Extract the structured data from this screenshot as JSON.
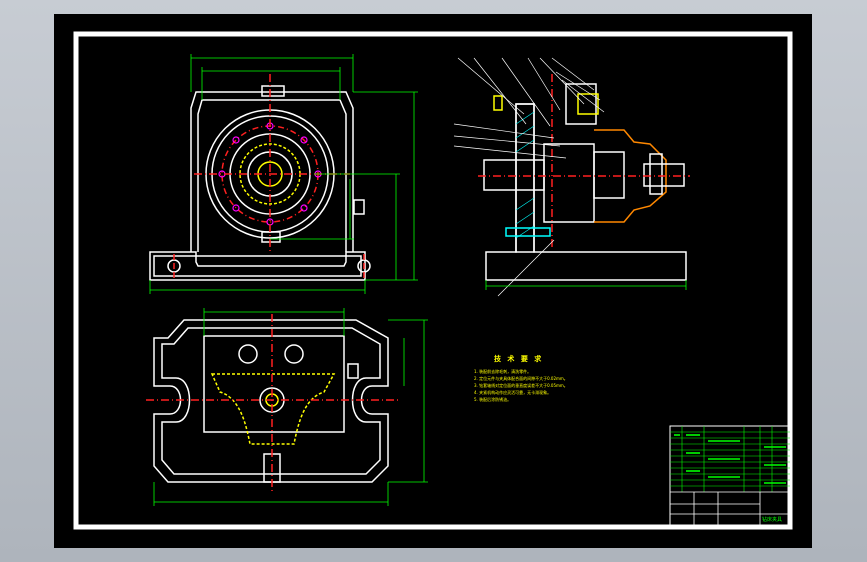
{
  "colors": {
    "background": "#000000",
    "frame": "#ffffff",
    "outline": "#ffffff",
    "dimension": "#00ff00",
    "centerline": "#ff2020",
    "hidden": "#ffff00",
    "notes": "#ffff00",
    "accent_cyan": "#00ffff",
    "accent_magenta": "#ff00ff"
  },
  "notes": {
    "title": "技 术 要 求",
    "lines": [
      "1. 装配前去除毛刺，清洗零件。",
      "2. 定位元件与夹具体配合面的间隙不大于0.02mm。",
      "3. 钻套轴线对定位面的垂直度误差不大于0.05mm。",
      "4. 夹紧机构动作应灵活可靠，无卡滞现象。",
      "5. 装配后涂防锈油。"
    ]
  },
  "views": [
    "front-view",
    "section-view",
    "top-view"
  ],
  "title_block": {
    "label": "钻床夹具"
  }
}
